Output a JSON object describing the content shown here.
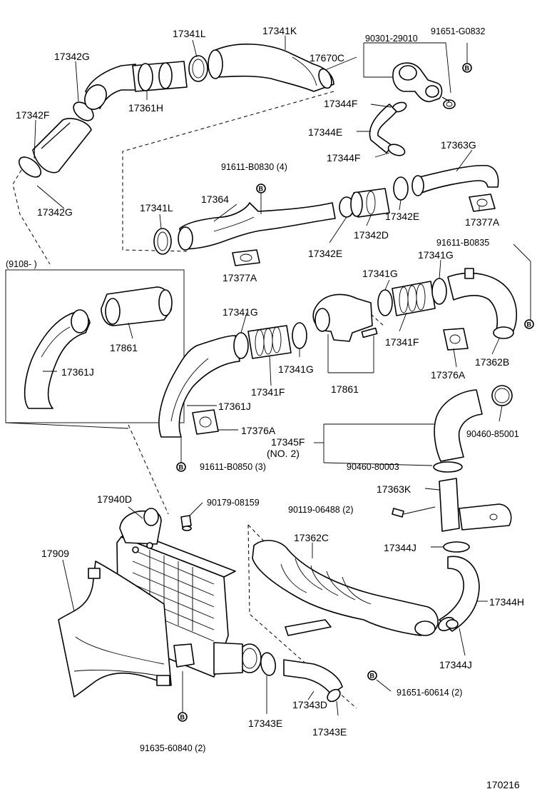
{
  "part_labels": {
    "p17341L_top": "17341L",
    "p17341K": "17341K",
    "p17342G_top": "17342G",
    "p17670C": "17670C",
    "p90301": "90301-29010",
    "p91651_G0832": "91651-G0832",
    "p17342F": "17342F",
    "p17361H": "17361H",
    "p17344F_top": "17344F",
    "p17344E": "17344E",
    "p17344F_bot": "17344F",
    "p17363G": "17363G",
    "p17342G_bot": "17342G",
    "p91611_B0830": "91611-B0830 (4)",
    "p17341L_mid": "17341L",
    "p17364": "17364",
    "p17342E_right": "17342E",
    "p17377A_right": "17377A",
    "p17342D": "17342D",
    "p91611_B0835": "91611-B0835",
    "p17342E_mid": "17342E",
    "p17341G_a": "17341G",
    "p17377A_left": "17377A",
    "p17341G_b": "17341G",
    "p17341G_c": "17341G",
    "p17341F_right": "17341F",
    "p17362B": "17362B",
    "p17861_inset": "17861",
    "p17341G_d": "17341G",
    "p17361J_inset": "17361J",
    "p17376A_right": "17376A",
    "p17861_main": "17861",
    "p17341F_left": "17341F",
    "p17361J_main": "17361J",
    "p90460_85001": "90460-85001",
    "p17376A_left": "17376A",
    "p17345F": "17345F",
    "p17345F_no": "(NO. 2)",
    "p90460_80003": "90460-80003",
    "p91611_B0850": "91611-B0850 (3)",
    "p17363K": "17363K",
    "p17940D": "17940D",
    "p90179": "90179-08159",
    "p90119": "90119-06488 (2)",
    "p17909": "17909",
    "p17362C": "17362C",
    "p17344J_top": "17344J",
    "p17344H": "17344H",
    "p17344J_bot": "17344J",
    "p91651_60614": "91651-60614 (2)",
    "p17343D": "17343D",
    "p17343E_left": "17343E",
    "p17343E_right": "17343E",
    "p91635": "91635-60840 (2)"
  },
  "inset_label": "(9108-      )",
  "bolt_marker": "B",
  "diagram_number": "170216"
}
